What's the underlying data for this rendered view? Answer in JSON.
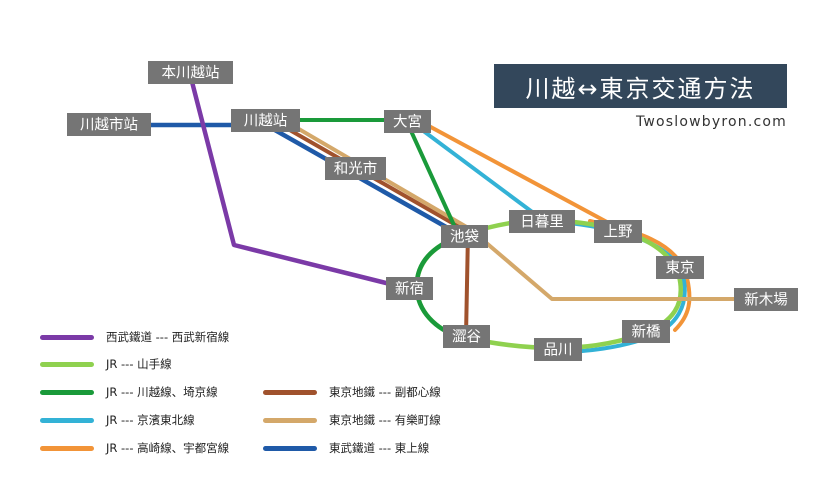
{
  "title": "川越↔東京交通方法",
  "website": "Twoslowbyron.com",
  "colors": {
    "seibu": "#7b3aa7",
    "yamanote": "#8fd14f",
    "saikyo": "#1a9a3a",
    "keihin": "#33b2d6",
    "takasaki": "#f29438",
    "fukutoshin": "#a0522d",
    "yurakucho": "#d4a86a",
    "tojo": "#1f5aa8",
    "station_bg": "#757575",
    "title_bg": "#33475b"
  },
  "stations": [
    {
      "id": "honkawagoe",
      "name": "本川越站"
    },
    {
      "id": "kawagoeshi",
      "name": "川越市站"
    },
    {
      "id": "kawagoe",
      "name": "川越站"
    },
    {
      "id": "omiya",
      "name": "大宮"
    },
    {
      "id": "wakoshi",
      "name": "和光市"
    },
    {
      "id": "nippori",
      "name": "日暮里"
    },
    {
      "id": "ueno",
      "name": "上野"
    },
    {
      "id": "ikebukuro",
      "name": "池袋"
    },
    {
      "id": "tokyo",
      "name": "東京"
    },
    {
      "id": "shinkiba",
      "name": "新木場"
    },
    {
      "id": "shinjuku",
      "name": "新宿"
    },
    {
      "id": "shinbashi",
      "name": "新橋"
    },
    {
      "id": "shibuya",
      "name": "澀谷"
    },
    {
      "id": "shinagawa",
      "name": "品川"
    }
  ],
  "legend": [
    {
      "color": "#7b3aa7",
      "label": "西武鐵道 --- 西武新宿線"
    },
    {
      "color": "#8fd14f",
      "label": "JR --- 山手線"
    },
    {
      "color": "#1a9a3a",
      "label": "JR --- 川越線、埼京線"
    },
    {
      "color": "#33b2d6",
      "label": "JR --- 京濱東北線"
    },
    {
      "color": "#f29438",
      "label": "JR --- 高崎線、宇都宮線"
    },
    {
      "color": "#a0522d",
      "label": "東京地鐵 --- 副都心線"
    },
    {
      "color": "#d4a86a",
      "label": "東京地鐵 --- 有樂町線"
    },
    {
      "color": "#1f5aa8",
      "label": "東武鐵道 --- 東上線"
    }
  ]
}
